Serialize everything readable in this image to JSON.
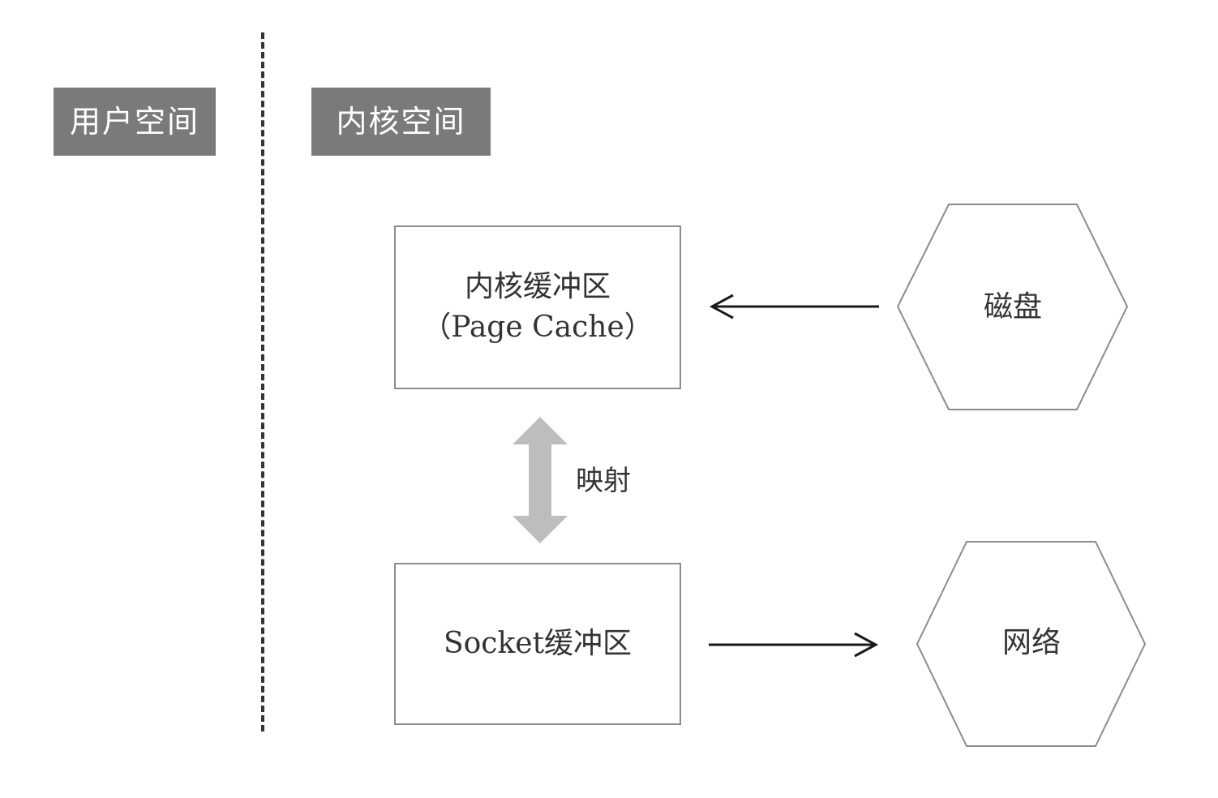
{
  "regions": {
    "user_space": "用户空间",
    "kernel_space": "内核空间"
  },
  "page_cache_box": {
    "line1": "内核缓冲区",
    "line2": "（Page Cache）"
  },
  "socket_box": {
    "label": "Socket缓冲区"
  },
  "mapping": {
    "label": "映射"
  },
  "disk": {
    "label": "磁盘"
  },
  "network": {
    "label": "网络"
  },
  "colors": {
    "region_label_bg": "#7a7a7a",
    "box_border": "#8c8c8c",
    "double_arrow": "#bdbdbd",
    "line": "#1a1a1a"
  }
}
